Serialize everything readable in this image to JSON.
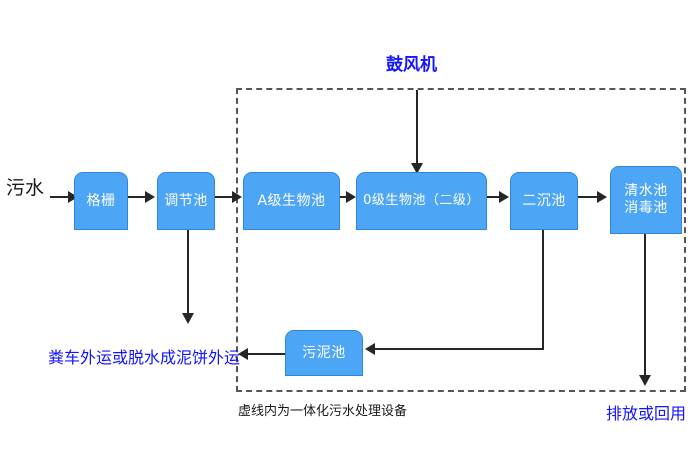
{
  "diagram": {
    "title_label": "鼓风机",
    "inlet_label": "污水",
    "caption": "虚线内为一体化污水处理设备",
    "outlet_label": "排放或回用",
    "sludge_disposal_label": "粪车外运或脱水成泥饼外运",
    "colors": {
      "node_fill": "#4DA6F5",
      "node_border": "#2F86DE",
      "node_text": "#FFFFFF",
      "blue_text": "#1414FF",
      "black_text": "#1A1A1A",
      "connector": "#262626",
      "dashed_border": "#555555",
      "background": "#FFFFFF"
    },
    "nodes": [
      {
        "id": "grille",
        "label": "格栅"
      },
      {
        "id": "equalization",
        "label": "调节池"
      },
      {
        "id": "a-stage",
        "label": "A级生物池"
      },
      {
        "id": "o-stage",
        "label": "0级生物池（二级）"
      },
      {
        "id": "sedimentation",
        "label": "二沉池"
      },
      {
        "id": "clearwater",
        "label": "清水池\n消毒池"
      },
      {
        "id": "sludge",
        "label": "污泥池"
      }
    ]
  }
}
